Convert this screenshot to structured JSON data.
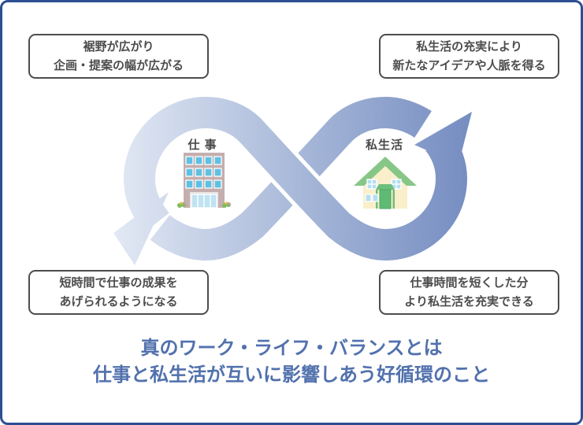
{
  "canvas": {
    "frame_border_color": "#2d4f92",
    "background_color": "#ffffff",
    "box_border_color": "#4d4d4d",
    "box_text_color": "#4d4d4d"
  },
  "benefit_boxes": {
    "top_left": {
      "lines": [
        "裾野が広がり",
        "企画・提案の幅が広がる"
      ]
    },
    "top_right": {
      "lines": [
        "私生活の充実により",
        "新たなアイデアや人脈を得る"
      ]
    },
    "bottom_left": {
      "lines": [
        "短時間で仕事の成果を",
        "あげられるようになる"
      ]
    },
    "bottom_right": {
      "lines": [
        "仕事時間を短くした分",
        "より私生活を充実できる"
      ]
    }
  },
  "loop": {
    "work_label": "仕 事",
    "life_label": "私生活",
    "gradient_start": "#e4eaf5",
    "gradient_mid": "#a4b5d7",
    "gradient_end": "#6a83bc",
    "icons": [
      "office-building-icon",
      "house-icon"
    ],
    "building_color": "#c5aeae",
    "house_wall_color": "#f9efca",
    "house_roof_color": "#87c687",
    "window_color": "#5ec1e4"
  },
  "title": {
    "color": "#5171ad",
    "lines": [
      "真のワーク・ライフ・バランスとは",
      "仕事と私生活が互いに影響しあう好循環のこと"
    ]
  }
}
